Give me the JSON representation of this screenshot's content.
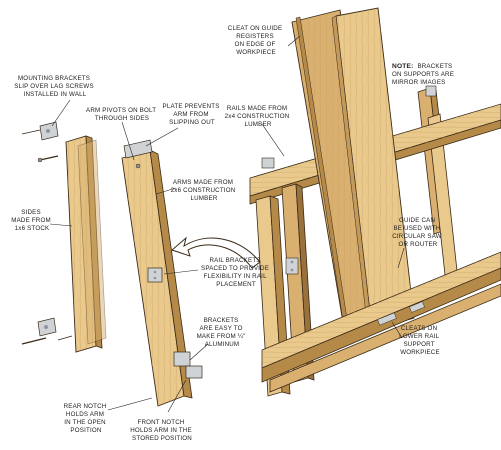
{
  "colors": {
    "wood_light": "#e9c98c",
    "wood_mid": "#d9b070",
    "wood_dark": "#b58a48",
    "wood_shadow": "#9a713a",
    "grain": "#c49a5a",
    "metal": "#cfd3d6",
    "metal_dark": "#8f959a",
    "line": "#3a2a18",
    "arrow_fill": "#ffffff"
  },
  "labels": {
    "mounting_brackets": [
      "MOUNTING BRACKETS",
      "SLIP OVER LAG SCREWS",
      "INSTALLED IN WALL"
    ],
    "arm_pivots": [
      "ARM PIVOTS ON BOLT",
      "THROUGH SIDES"
    ],
    "plate_prevents": [
      "PLATE PREVENTS",
      "ARM FROM",
      "SLIPPING OUT"
    ],
    "rails_made": [
      "RAILS MADE FROM",
      "2x4 CONSTRUCTION",
      "LUMBER"
    ],
    "cleat_on_guide": [
      "CLEAT ON GUIDE",
      "REGISTERS",
      "ON EDGE OF",
      "WORKPIECE"
    ],
    "note_bold": "NOTE:",
    "note_rest": [
      "BRACKETS",
      "ON SUPPORTS ARE",
      "MIRROR IMAGES"
    ],
    "sides_made": [
      "SIDES",
      "MADE FROM",
      "1x6 STOCK"
    ],
    "arms_made": [
      "ARMS MADE FROM",
      "2x6 CONSTRUCTION",
      "LUMBER"
    ],
    "guide_can": [
      "GUIDE CAN",
      "BE USED WITH",
      "CIRCULAR SAW",
      "OR ROUTER"
    ],
    "rail_brackets": [
      "RAIL BRACKETS",
      "SPACED TO PROVIDE",
      "FLEXIBILITY IN RAIL",
      "PLACEMENT"
    ],
    "brackets_easy": [
      "BRACKETS",
      "ARE EASY TO",
      "MAKE FROM ¼″",
      "ALUMINUM"
    ],
    "cleats_on_lower": [
      "CLEATS ON",
      "LOWER RAIL",
      "SUPPORT",
      "WORKPIECE"
    ],
    "rear_notch": [
      "REAR NOTCH",
      "HOLDS ARM",
      "IN THE OPEN",
      "POSITION"
    ],
    "front_notch": [
      "FRONT NOTCH",
      "HOLDS ARM IN THE",
      "STORED POSITION"
    ]
  }
}
